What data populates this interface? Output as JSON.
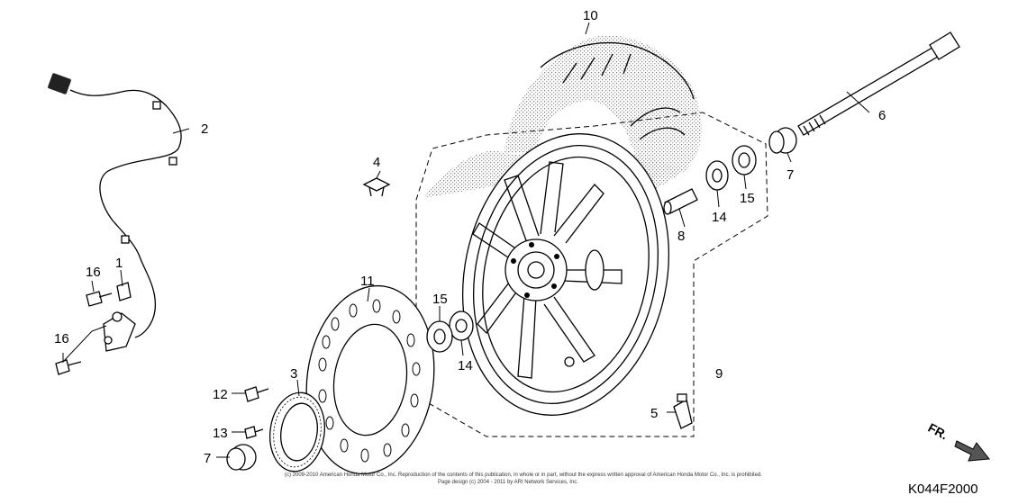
{
  "callouts": {
    "c1": "1",
    "c2": "2",
    "c3": "3",
    "c4": "4",
    "c5": "5",
    "c6": "6",
    "c7a": "7",
    "c7b": "7",
    "c8": "8",
    "c9": "9",
    "c10": "10",
    "c11": "11",
    "c12": "12",
    "c13": "13",
    "c14a": "14",
    "c14b": "14",
    "c15a": "15",
    "c15b": "15",
    "c16a": "16",
    "c16b": "16"
  },
  "footer": {
    "copyright_line1": "(c) 2009-2010 American Honda Motor Co., Inc. Reproduction of the contents of this publication, in whole or in part, without the express written approval of American Honda Motor Co., Inc. is prohibited.",
    "copyright_line2": "Page design (c) 2004 - 2011 by ARI Network Services, Inc.",
    "diagram_code": "K044F2000"
  },
  "direction_label": "FR."
}
